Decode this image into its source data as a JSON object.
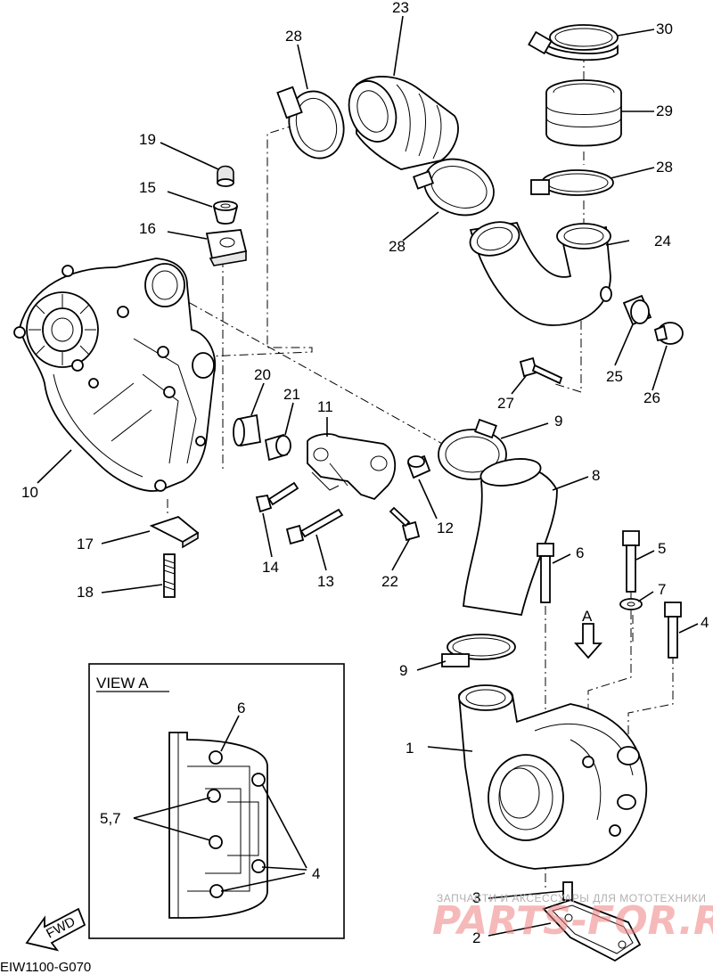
{
  "callouts": [
    "1",
    "2",
    "3",
    "4",
    "5",
    "6",
    "7",
    "8",
    "9",
    "9",
    "10",
    "11",
    "12",
    "13",
    "14",
    "15",
    "16",
    "17",
    "18",
    "19",
    "20",
    "21",
    "22",
    "23",
    "24",
    "25",
    "26",
    "27",
    "28",
    "28",
    "28",
    "29",
    "30"
  ],
  "view_a": {
    "title": "VIEW A",
    "labels": [
      "6",
      "5,7",
      "4"
    ],
    "fwd": "FWD"
  },
  "arrow_a": "A",
  "diagram_code": "EIW1100-G070",
  "watermark": {
    "line1": "ЗАПЧАСТИ И АКСЕССУАРЫ ДЛЯ МОТОТЕХНИКИ",
    "line2": "PARTS-FOR.RU"
  }
}
